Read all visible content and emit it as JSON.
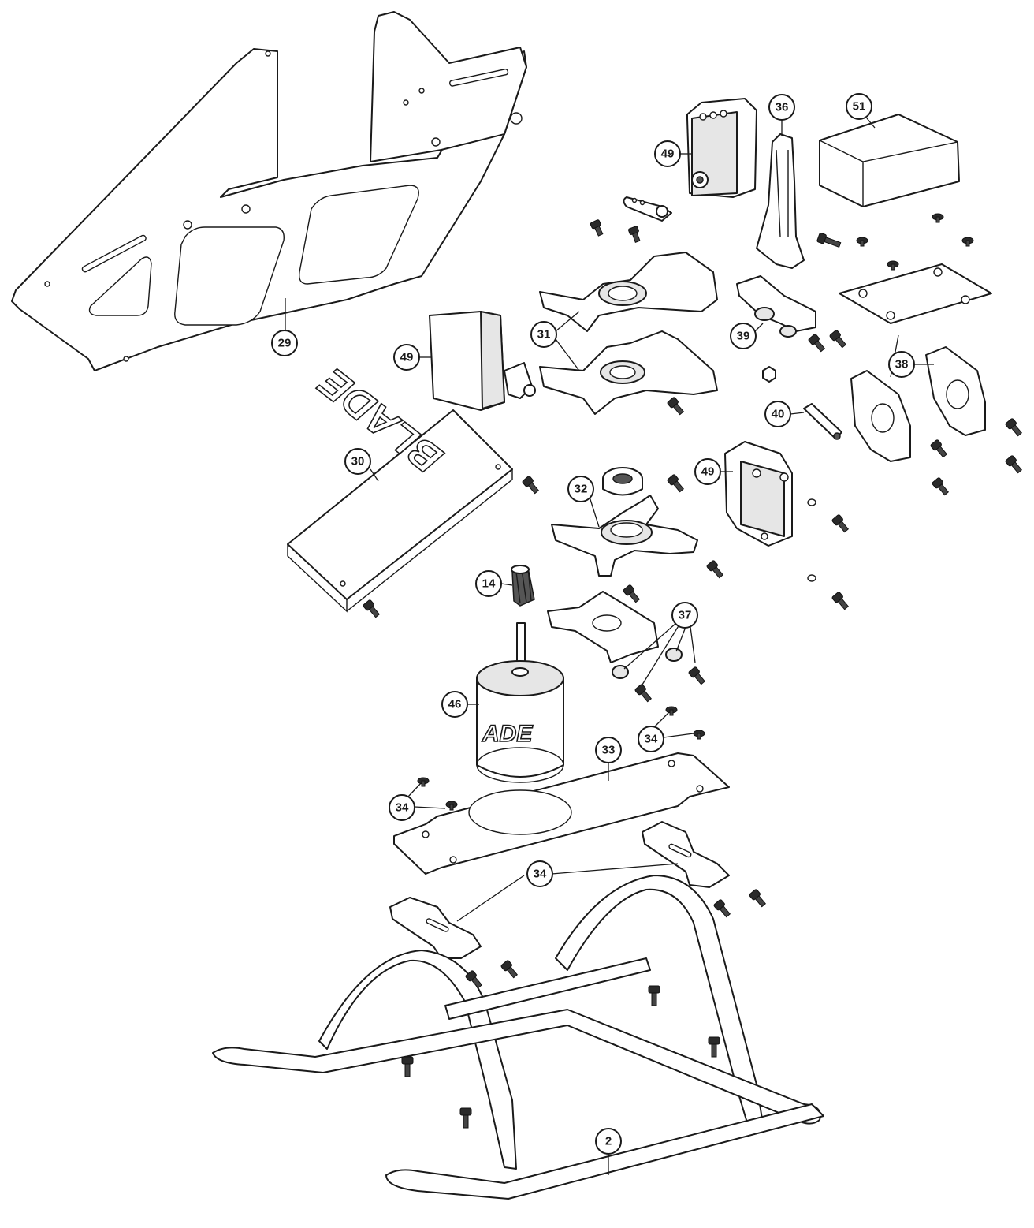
{
  "callouts": {
    "c29": "29",
    "c49a": "49",
    "c36": "36",
    "c51": "51",
    "c49b": "49",
    "c31": "31",
    "c39": "39",
    "c38": "38",
    "c40": "40",
    "c30": "30",
    "c49c": "49",
    "c32": "32",
    "c14": "14",
    "c37": "37",
    "c46": "46",
    "c34a": "34",
    "c33": "33",
    "c34b": "34",
    "c34c": "34",
    "c2": "2"
  },
  "logos": {
    "side_plate": "BLADE",
    "motor": "ADE"
  }
}
